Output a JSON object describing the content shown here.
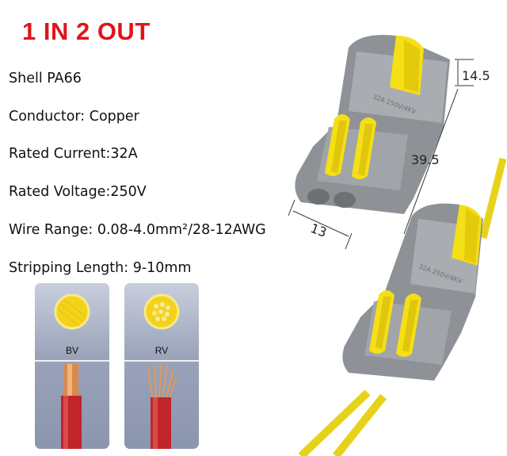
{
  "headline": "1 IN 2 OUT",
  "colors": {
    "headline": "#e0141c",
    "yellow": "#f5df16",
    "gray": "#8e9296",
    "wire_red": "#c0252a"
  },
  "specs": [
    "Shell  PA66",
    "Conductor: Copper",
    "Rated Current:32A",
    "Rated Voltage:250V",
    "Wire Range: 0.08-4.0mm²/28-12AWG",
    "Stripping Length: 9-10mm"
  ],
  "wire_types": [
    {
      "label": "BV"
    },
    {
      "label": "RV"
    }
  ],
  "dimensions": {
    "height": "14.5",
    "length": "39.5",
    "width": "13"
  }
}
